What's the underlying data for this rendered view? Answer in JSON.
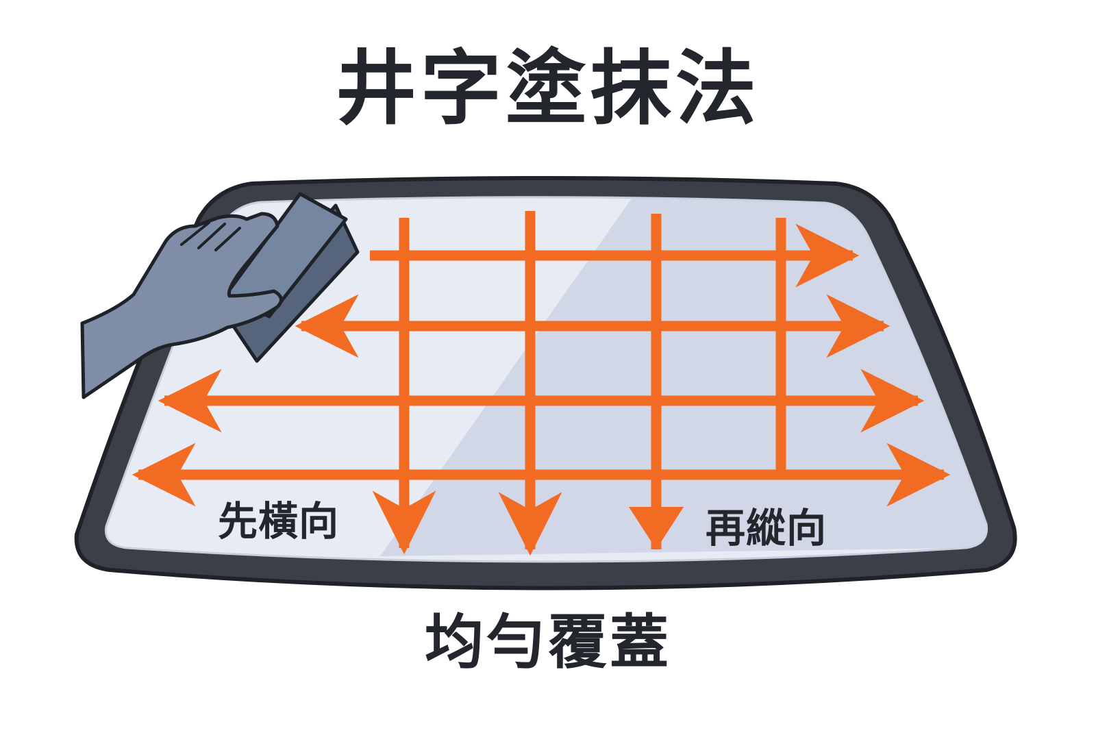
{
  "title": "井字塗抹法",
  "labels": {
    "horizontal_first": "先橫向",
    "vertical_then": "再縱向"
  },
  "subtitle": "均勻覆蓋",
  "colors": {
    "arrow": "#f26b22",
    "frame": "#2e323a",
    "glass": "#e7ebf4",
    "glove": "#7f8ea6",
    "applicator": "#7486a0",
    "text": "#23262d"
  },
  "icons": {
    "hand": "gloved-hand-icon",
    "applicator": "applicator-pad-icon"
  }
}
